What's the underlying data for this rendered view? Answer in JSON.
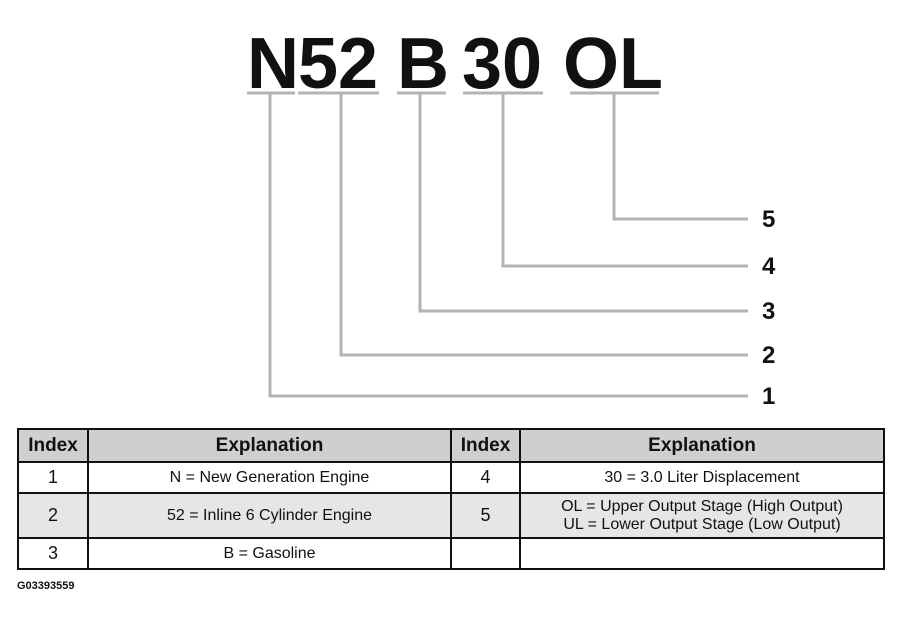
{
  "code": {
    "segments": [
      "N",
      "52",
      "B",
      "30",
      "OL"
    ],
    "callouts": [
      "1",
      "2",
      "3",
      "4",
      "5"
    ]
  },
  "table": {
    "headers": [
      "Index",
      "Explanation",
      "Index",
      "Explanation"
    ],
    "rows": [
      {
        "left_index": "1",
        "left_text": "N = New Generation Engine",
        "right_index": "4",
        "right_lines": [
          "30 = 3.0 Liter Displacement"
        ]
      },
      {
        "left_index": "2",
        "left_text": "52 = Inline 6 Cylinder Engine",
        "right_index": "5",
        "right_lines": [
          "OL = Upper Output Stage (High Output)",
          "UL = Lower Output Stage (Low Output)"
        ]
      },
      {
        "left_index": "3",
        "left_text": "B = Gasoline",
        "right_index": "",
        "right_lines": [
          ""
        ]
      }
    ]
  },
  "figure_id": "G03393559"
}
